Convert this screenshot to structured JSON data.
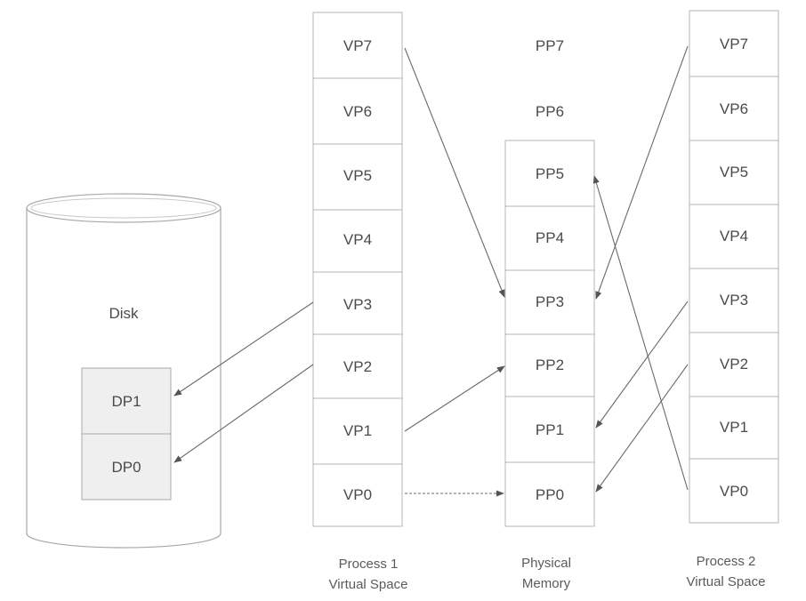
{
  "disk": {
    "label": "Disk",
    "pages": [
      "DP1",
      "DP0"
    ]
  },
  "process1": {
    "pages": [
      "VP7",
      "VP6",
      "VP5",
      "VP4",
      "VP3",
      "VP2",
      "VP1",
      "VP0"
    ],
    "caption_line1": "Process 1",
    "caption_line2": "Virtual Space"
  },
  "physical": {
    "pages": [
      "PP7",
      "PP6",
      "PP5",
      "PP4",
      "PP3",
      "PP2",
      "PP1",
      "PP0"
    ],
    "caption_line1": "Physical",
    "caption_line2": "Memory"
  },
  "process2": {
    "pages": [
      "VP7",
      "VP6",
      "VP5",
      "VP4",
      "VP3",
      "VP2",
      "VP1",
      "VP0"
    ],
    "caption_line1": "Process 2",
    "caption_line2": "Virtual Space"
  }
}
